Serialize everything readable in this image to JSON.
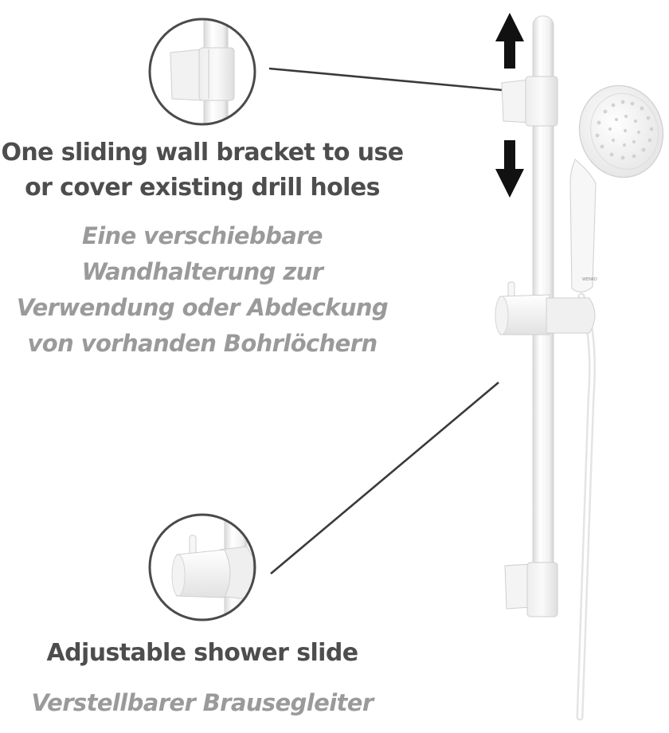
{
  "callout_bracket": {
    "title_en": [
      "One sliding wall bracket to use",
      "or cover existing drill holes"
    ],
    "title_de": [
      "Eine verschiebbare",
      "Wandhalterung zur",
      "Verwendung oder Abdeckung",
      "von vorhanden Bohrlöchern"
    ]
  },
  "callout_slide": {
    "title_en": "Adjustable shower slide",
    "title_de": "Verstellbarer Brausegleiter"
  },
  "product": {
    "brand_mark": "WENKO"
  },
  "icons": [
    "arrow-up-icon",
    "arrow-down-icon"
  ],
  "colors": {
    "text_primary": "#4d4d4d",
    "text_secondary": "#9a9a9a",
    "leader_line": "#3a3a3a",
    "arrow": "#111111",
    "product_white": "#f4f4f4"
  }
}
